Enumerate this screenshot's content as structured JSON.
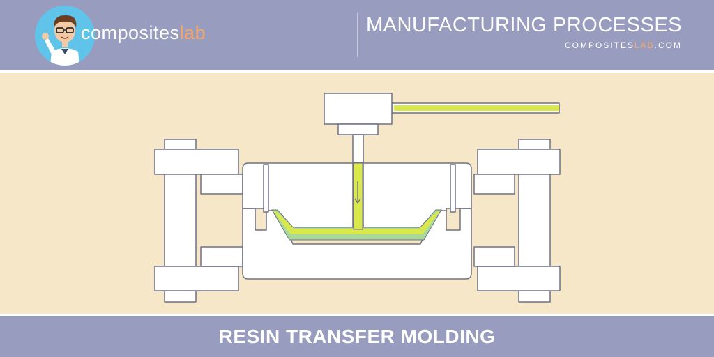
{
  "brand": {
    "name_part1": "composites",
    "name_part2": "lab",
    "accent_color": "#f5a66a"
  },
  "header": {
    "title": "MANUFACTURING PROCESSES",
    "url_part1": "COMPOSITES",
    "url_part2": "LAB",
    "url_part3": ".COM",
    "background_color": "#989cbe"
  },
  "diagram": {
    "background_color": "#f5e7c8",
    "resin_color": "#d9e84a",
    "fiber_color": "#a8d89a",
    "outline_color": "#6e7185",
    "icons": [
      "mascot-icon",
      "flow-arrow-icon"
    ]
  },
  "footer": {
    "title": "RESIN TRANSFER MOLDING"
  }
}
